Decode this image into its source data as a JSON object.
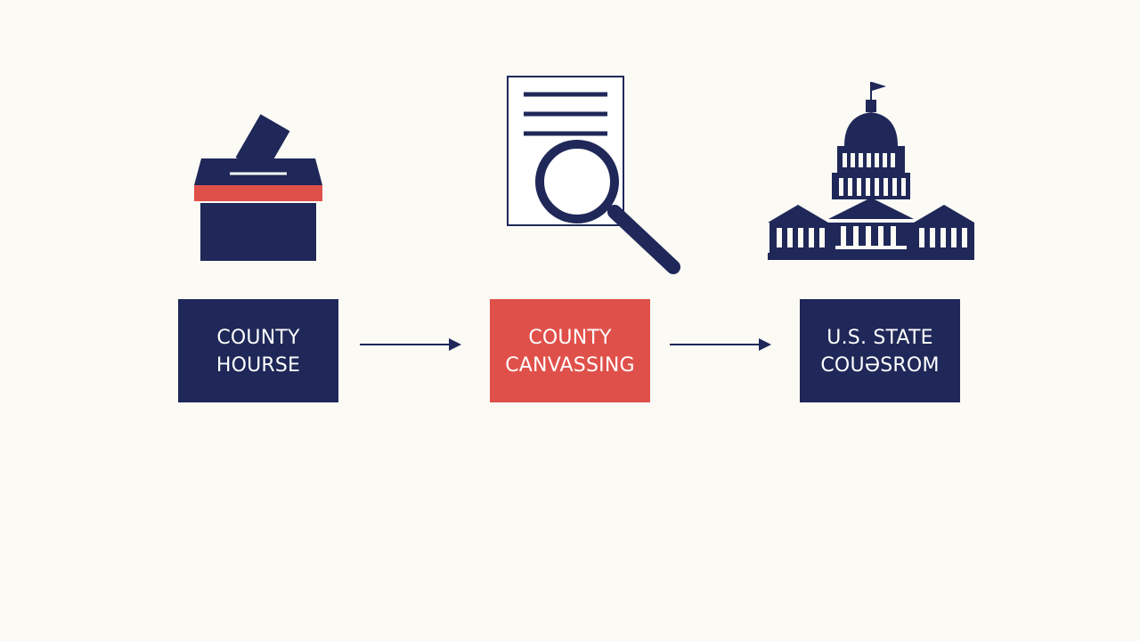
{
  "colors": {
    "background": "#fbfaf5",
    "navy": "#1f2858",
    "red": "#e0504a",
    "white": "#ffffff"
  },
  "icons": [
    "ballot-box-icon",
    "document-magnifier-icon",
    "capitol-building-icon",
    "arrow-right-icon"
  ],
  "steps": [
    {
      "line1": "COUNTY",
      "line2": "HOURSE",
      "color": "#1f2858",
      "icon": "ballot-box-icon"
    },
    {
      "line1": "COUNTY",
      "line2": "CANVASSING",
      "color": "#e0504a",
      "icon": "document-magnifier-icon"
    },
    {
      "line1": "U.S. STATE",
      "line2": "COUƏSROM",
      "color": "#1f2858",
      "icon": "capitol-building-icon"
    }
  ]
}
